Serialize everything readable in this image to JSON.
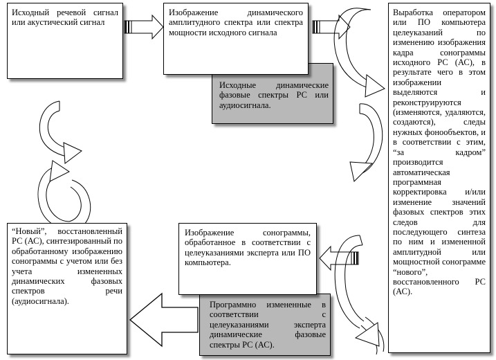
{
  "boxes": {
    "source_signal": "Исходный речевой сигнал или акустический сигнал",
    "amplitude_spectrum_image": "Изображение динамического амплитудного спектра или спектра мощности исходного сигнала",
    "phase_spectra": "Исходные динамические фазовые спектры РС или аудиосигнала.",
    "operator_instructions": "Выработка оператором или ПО компьютера целеуказаний по изменению изображения кадра сонограммы исходного РС (АС), в результате чего в этом изображении выделяются и реконструируются (изменяются, удаляются, создаются), следы нужных фонообъектов, и в соответствии с этим, “за кадром” производится автоматическая программная корректировка и/или изменение значений фазовых спектров этих следов для последующего синтеза по ним и измененной амплитудной или мощностной сонограмме “нового”, восстановленного РС (АС).",
    "processed_sonogram": "Изображение сонограммы, обработанное в соответствии с целеуказаниями эксперта или ПО компьютера.",
    "modified_phase_spectra": "Программно измененные в соответствии с целеуказаниями эксперта динамические фазовые спектры РС (АС).",
    "new_signal": "“Новый”, восстановленный РС (АС), синтезированный по обработанному изображению сонограммы с учетом или без учета измененных динамических фазовых спектров речи (аудиосигнала)."
  },
  "colors": {
    "box_fill": "#ffffff",
    "shaded_fill": "#b8b8b8",
    "stroke": "#000000"
  },
  "icons": [
    "striped-arrow-right-icon",
    "block-arrow-left-icon",
    "cycle-arrows-icon"
  ]
}
